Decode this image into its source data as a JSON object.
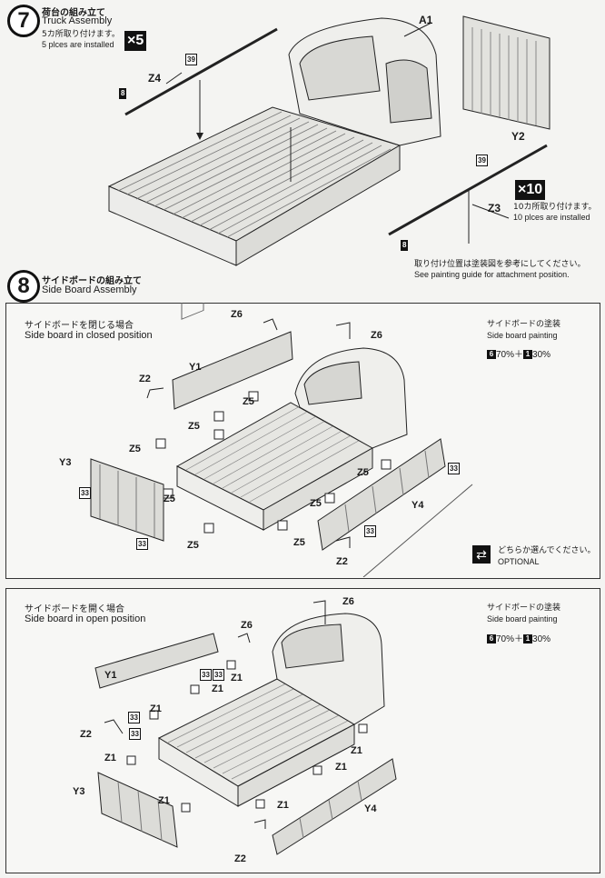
{
  "step7": {
    "number": "7",
    "title_jp": "荷台の組み立て",
    "title_en": "Truck Assembly",
    "note_jp": "5カ所取り付けます。",
    "note_en": "5 plces are installed",
    "multiplier": "×5",
    "parts": {
      "a1": "A1",
      "y2": "Y2",
      "z4": "Z4",
      "z3": "Z3"
    },
    "color_tags": {
      "c39a": "39",
      "c8a": "8",
      "c39b": "39",
      "c8b": "8"
    },
    "right_mult": "×10",
    "right_note_jp": "10カ所取り付けます。",
    "right_note_en": "10 plces are installed",
    "attach_jp": "取り付け位置は塗装図を参考にしてください。",
    "attach_en": "See painting guide for attachment position."
  },
  "step8": {
    "number": "8",
    "title_jp": "サイドボードの組み立て",
    "title_en": "Side Board Assembly",
    "closed": {
      "heading_jp": "サイドボードを閉じる場合",
      "heading_en": "Side board in closed position",
      "painting_jp": "サイドボードの塗装",
      "painting_en": "Side board painting",
      "paint_a_num": "6",
      "paint_a": "70%＋",
      "paint_b_num": "1",
      "paint_b": "30%",
      "labels": {
        "z6a": "Z6",
        "z6b": "Z6",
        "z2a": "Z2",
        "y1": "Y1",
        "z5a": "Z5",
        "z5b": "Z5",
        "z5c": "Z5",
        "z5d": "Z5",
        "z5e": "Z5",
        "z5f": "Z5",
        "z5g": "Z5",
        "y3": "Y3",
        "y4": "Y4",
        "z2b": "Z2"
      },
      "tags": {
        "t33a": "33",
        "t33b": "33",
        "t33c": "33",
        "t33d": "33"
      }
    },
    "optional_jp": "どちらか選んでください。",
    "optional_en": "OPTIONAL",
    "open": {
      "heading_jp": "サイドボードを開く場合",
      "heading_en": "Side board in open position",
      "painting_jp": "サイドボードの塗装",
      "painting_en": "Side board painting",
      "paint_a_num": "6",
      "paint_a": "70%＋",
      "paint_b_num": "1",
      "paint_b": "30%",
      "labels": {
        "z6a": "Z6",
        "z6b": "Z6",
        "y1": "Y1",
        "z1a": "Z1",
        "z1b": "Z1",
        "z1c": "Z1",
        "z1d": "Z1",
        "z1e": "Z1",
        "z1f": "Z1",
        "z1g": "Z1",
        "z1h": "Z1",
        "z2a": "Z2",
        "y3": "Y3",
        "y4": "Y4",
        "z2b": "Z2"
      },
      "tags": {
        "t33a": "33",
        "t33b": "33",
        "t33c": "33",
        "t33d": "33"
      }
    }
  }
}
